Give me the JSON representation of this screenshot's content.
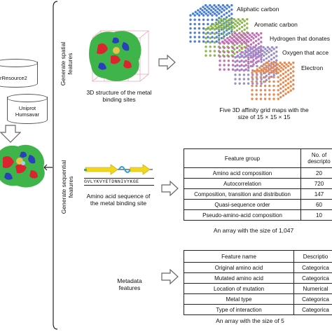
{
  "left": {
    "db1_label": "rResource2",
    "db2_label_line1": "Uniprot",
    "db2_label_line2": "Humsavar"
  },
  "spatial": {
    "section_label_line1": "Generate spatial",
    "section_label_line2": "features",
    "structure_caption_line1": "3D structure of the metal",
    "structure_caption_line2": "binding sites",
    "grid_labels": [
      "Aliphatic carbon",
      "Aromatic carbon",
      "Hydrogen that donates",
      "Oxygen that acce",
      "Electron"
    ],
    "grid_colors": [
      "#4a7fd4",
      "#8ab84a",
      "#c66bb8",
      "#9a8ec8",
      "#e88a50"
    ],
    "grid_caption_line1": "Five 3D affinity grid maps with the",
    "grid_caption_line2": "size of 15 × 15 × 15"
  },
  "sequential": {
    "section_label_line1": "Generate sequential",
    "section_label_line2": "features",
    "sequence": "GVLYKVYETDNNIVYKGE",
    "sequence_caption_line1": "Amino acid sequence of",
    "sequence_caption_line2": "the metal binding site",
    "table_header": [
      "Feature group",
      "No. of descripto"
    ],
    "rows": [
      [
        "Amino acid composition",
        "20"
      ],
      [
        "Autocorrelation",
        "720"
      ],
      [
        "Composition, transition and distribution",
        "147"
      ],
      [
        "Quasi-sequence order",
        "60"
      ],
      [
        "Pseudo-amino-acid composition",
        "10"
      ]
    ],
    "array_caption": "An array with the size of 1,047"
  },
  "metadata": {
    "section_label_line1": "Metadata",
    "section_label_line2": "features",
    "table_header": [
      "Feature name",
      "Descriptio"
    ],
    "rows": [
      [
        "Original amino acid",
        "Categorica"
      ],
      [
        "Mutated amino acid",
        "Categorica"
      ],
      [
        "Location of mutation",
        "Numerical"
      ],
      [
        "Metal type",
        "Categorica"
      ],
      [
        "Type of interaction",
        "Categorica"
      ]
    ],
    "array_caption": "An array with the size of 5"
  }
}
